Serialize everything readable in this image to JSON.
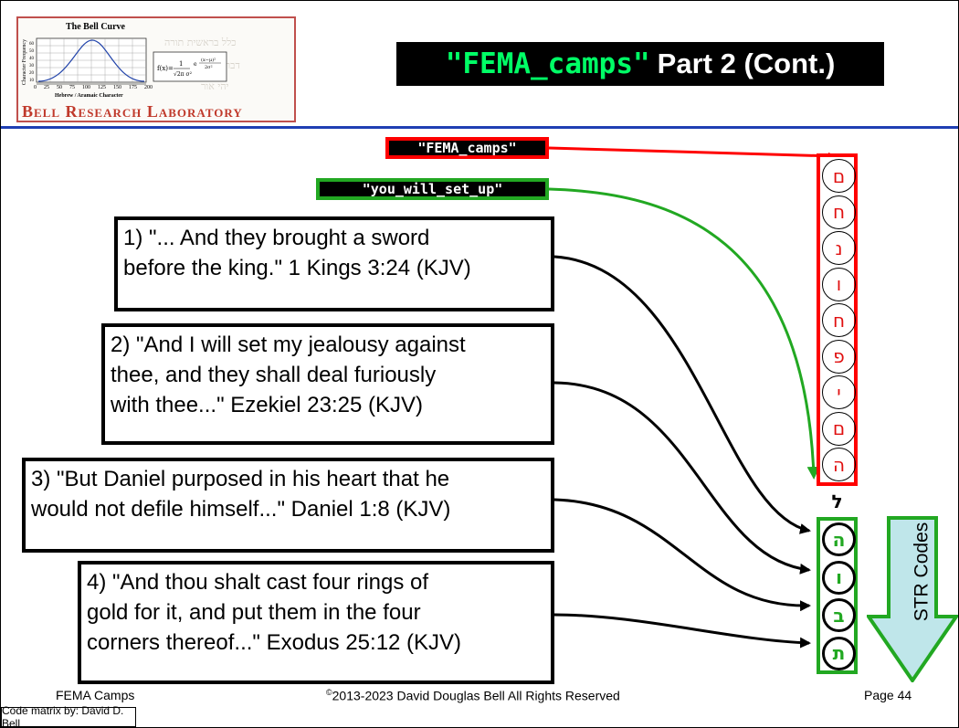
{
  "logo": {
    "chart_title": "The Bell Curve",
    "y_axis_label": "Character Frequency",
    "x_axis_label": "Hebrew / Aramaic Character",
    "x_ticks": [
      "0",
      "25",
      "50",
      "75",
      "100",
      "125",
      "150",
      "175",
      "200"
    ],
    "y_ticks": [
      "60",
      "50",
      "40",
      "30",
      "20",
      "10"
    ],
    "brand": "Bell Research Laboratory"
  },
  "title": {
    "code": "\"FEMA_camps\"",
    "rest": "Part 2 (Cont.)"
  },
  "terms": [
    {
      "text": "\"FEMA_camps\"",
      "color": "#ff0000"
    },
    {
      "text": "\"you_will_set_up\"",
      "color": "#22a822"
    }
  ],
  "verses": [
    {
      "lines": [
        "1) \"... And they brought a sword",
        "before the king.\" 1 Kings 3:24 (KJV)"
      ]
    },
    {
      "lines": [
        "2) \"And I will set my jealousy against",
        "thee, and they shall deal furiously",
        "with thee...\" Ezekiel 23:25 (KJV)"
      ]
    },
    {
      "lines": [
        "3) \"But Daniel purposed in his heart that he",
        "would not defile himself...\" Daniel 1:8 (KJV)"
      ]
    },
    {
      "lines": [
        "4) \"And thou shalt cast four rings of",
        "gold for it, and put them in the four",
        "corners thereof...\" Exodus 25:12 (KJV)"
      ]
    }
  ],
  "matrix": {
    "red_letters": [
      "ם",
      "ח",
      "נ",
      "ו",
      "ח",
      "פ",
      "י",
      "ם",
      "ה"
    ],
    "gap_letter": "ל",
    "green_letters": [
      "ה",
      "ו",
      "ב",
      "ת"
    ]
  },
  "str_label": "STR Codes",
  "footer": {
    "left": "FEMA Camps",
    "center_sup": "©",
    "center": "2013-2023 David Douglas Bell All Rights Reserved",
    "right": "Page 44",
    "credit": "Code matrix by: David D. Bell"
  },
  "colors": {
    "red": "#ff0000",
    "green": "#22a822",
    "rule": "#1f3fb3",
    "arrow_fill": "#bfe6ea"
  }
}
